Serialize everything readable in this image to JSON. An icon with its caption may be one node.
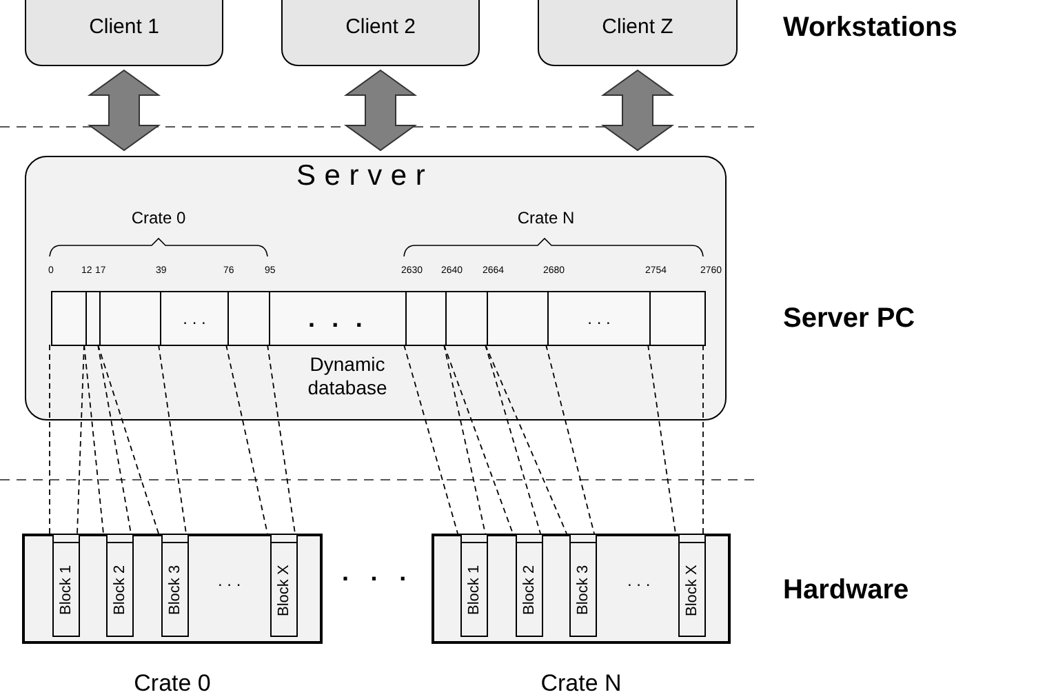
{
  "diagram": {
    "nodes": [
      {
        "text": [
          "Client 1"
        ]
      },
      {
        "text": [
          "Client 2"
        ]
      },
      {
        "text": [
          "Client Z"
        ]
      },
      {
        "text": [
          "Server"
        ]
      },
      {
        "text": [],
        "shape": "box",
        "in": 3,
        "beside": [
          "Dynamic database"
        ]
      },
      {
        "text": [],
        "shape": "box",
        "in": 4
      },
      {
        "text": [],
        "shape": "box",
        "in": 4
      },
      {
        "text": [],
        "shape": "box",
        "in": 4
      },
      {
        "text": [
          ". . ."
        ],
        "in": 4
      },
      {
        "text": [],
        "shape": "box",
        "in": 4
      },
      {
        "text": [
          ". . ."
        ],
        "in": 4
      },
      {
        "text": [],
        "shape": "box",
        "in": 4
      },
      {
        "text": [],
        "shape": "box",
        "in": 4
      },
      {
        "text": [],
        "shape": "box",
        "in": 4
      },
      {
        "text": [
          ". . ."
        ],
        "in": 4
      },
      {
        "text": [],
        "shape": "box",
        "in": 4
      },
      {
        "text": [
          ". . ."
        ],
        "beside": [
          "Crate 0"
        ]
      },
      {
        "text": [
          "Block 1"
        ],
        "in": 16
      },
      {
        "text": [
          "Block 2"
        ],
        "in": 16
      },
      {
        "text": [
          "Block 3"
        ],
        "in": 16
      },
      {
        "text": [
          "Block X"
        ],
        "in": 16
      },
      {
        "text": [
          ". . ."
        ],
        "beside": [
          "Crate N"
        ]
      },
      {
        "text": [
          "Block 1"
        ],
        "in": 21
      },
      {
        "text": [
          "Block 2"
        ],
        "in": 21
      },
      {
        "text": [
          "Block 3"
        ],
        "in": 21
      },
      {
        "text": [
          "Block X"
        ],
        "in": 21
      }
    ],
    "edges": [
      {
        "from": 0,
        "to": 3,
        "arrow": "both",
        "style": "thick",
        "color": "#808080"
      },
      {
        "from": 1,
        "to": 3,
        "arrow": "both",
        "style": "thick",
        "color": "#808080"
      },
      {
        "from": 2,
        "to": 3,
        "arrow": "both",
        "style": "thick",
        "color": "#808080"
      },
      {
        "from": 5,
        "to": 17,
        "arrow": "none",
        "style": "dashed"
      },
      {
        "from": 6,
        "to": 18,
        "arrow": "none",
        "style": "dashed"
      },
      {
        "from": 7,
        "to": 19,
        "arrow": "none",
        "style": "dashed"
      },
      {
        "from": 9,
        "to": 20,
        "arrow": "none",
        "style": "dashed"
      },
      {
        "from": 11,
        "to": 22,
        "arrow": "none",
        "style": "dashed"
      },
      {
        "from": 12,
        "to": 23,
        "arrow": "none",
        "style": "dashed"
      },
      {
        "from": 13,
        "to": 24,
        "arrow": "none",
        "style": "dashed"
      },
      {
        "from": 15,
        "to": 25,
        "arrow": "none",
        "style": "dashed"
      }
    ],
    "labels": [
      "Workstations",
      "Crate 0",
      "Crate N",
      "0",
      "12",
      "17",
      "39",
      "76",
      "95",
      "2630",
      "2640",
      "2664",
      "2680",
      "2754",
      "2760",
      "Server PC",
      ". . .",
      "Hardware"
    ]
  }
}
